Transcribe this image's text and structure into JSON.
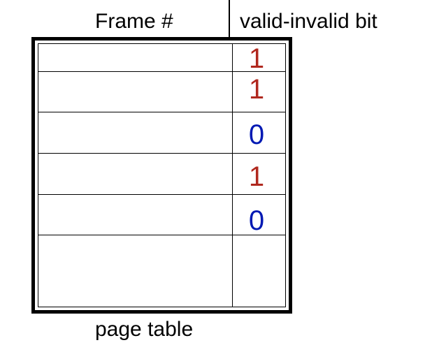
{
  "headers": {
    "frame": "Frame #",
    "valid_bit": "valid-invalid bit"
  },
  "caption": "page table",
  "entries": [
    {
      "frame": "",
      "bit": "1"
    },
    {
      "frame": "",
      "bit": "1"
    },
    {
      "frame": "",
      "bit": "0"
    },
    {
      "frame": "",
      "bit": "1"
    },
    {
      "frame": "",
      "bit": "0"
    },
    {
      "frame": "",
      "bit": ""
    }
  ],
  "colors": {
    "valid": "#b0281e",
    "invalid": "#0019b3"
  }
}
